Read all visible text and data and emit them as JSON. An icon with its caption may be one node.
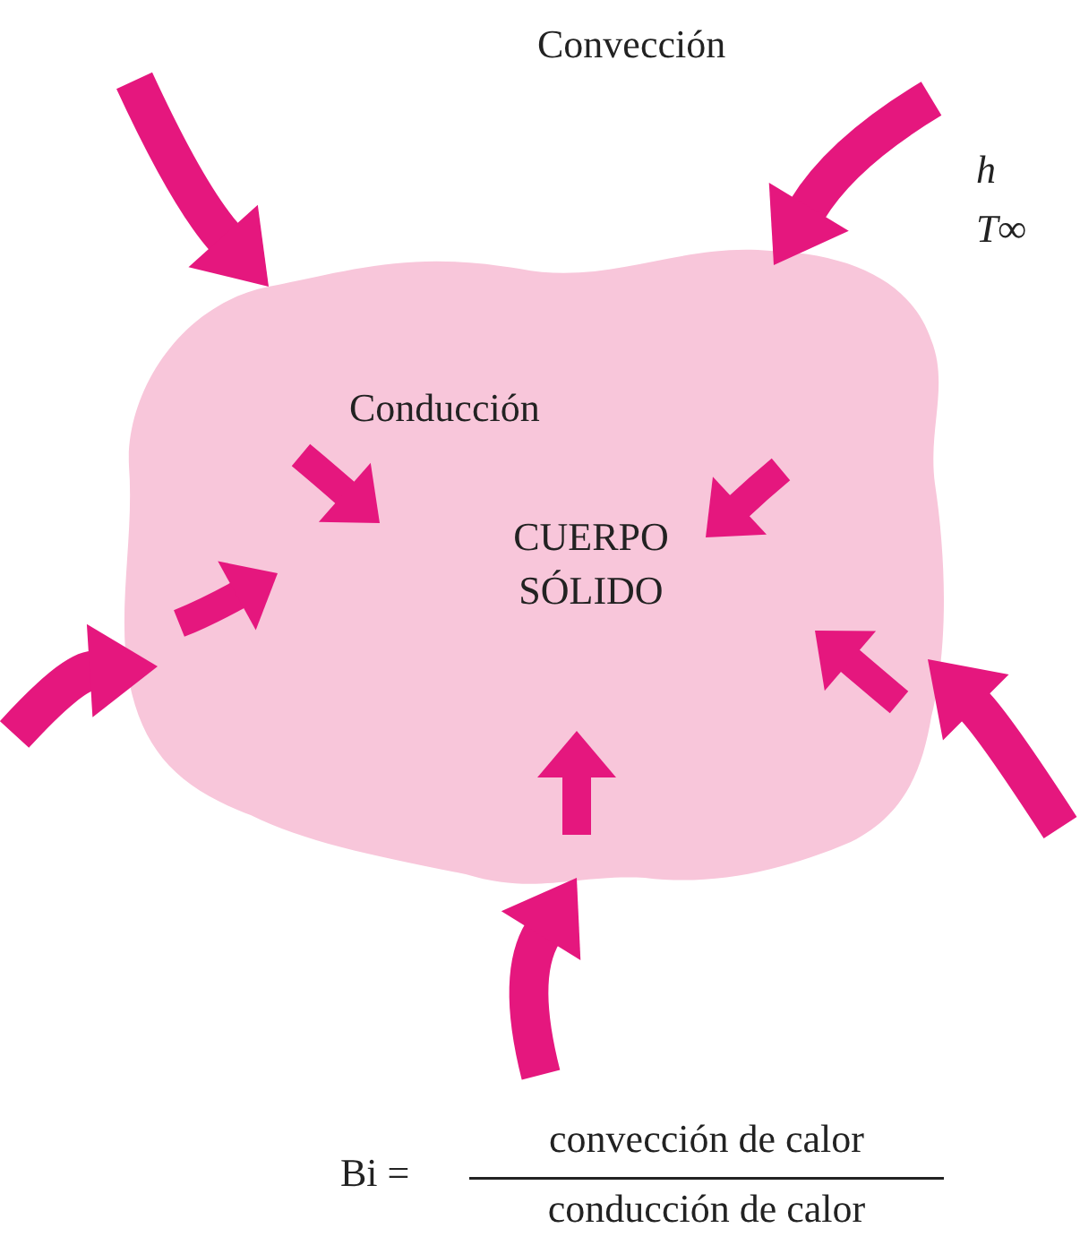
{
  "diagram": {
    "nodes": [
      {
        "text": [
          "CUERPO SÓLIDO"
        ]
      }
    ],
    "edges": [],
    "labels": [
      "Convección",
      "h",
      "T∞",
      "Conducción",
      "Bi =",
      "convección de calor",
      "conducción de calor"
    ]
  }
}
